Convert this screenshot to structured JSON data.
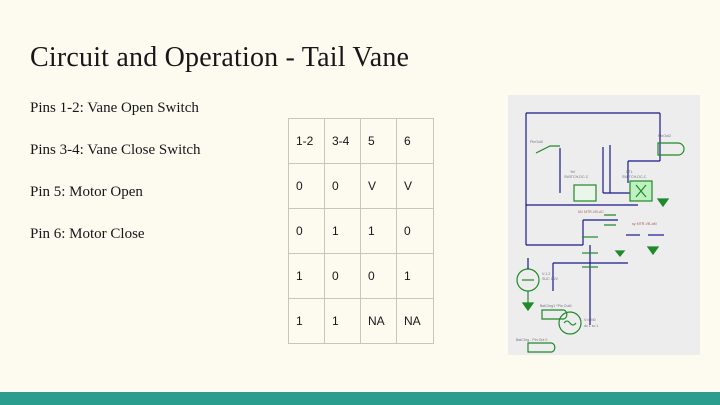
{
  "slide": {
    "background_color": "#FDFBEF",
    "accent_bar_color": "#2A9D8F",
    "title": "Circuit and Operation - Tail Vane"
  },
  "bullets": [
    {
      "text": "Pins 1-2: Vane Open Switch"
    },
    {
      "text": "Pins 3-4: Vane Close Switch"
    },
    {
      "text": "Pin 5: Motor Open"
    },
    {
      "text": "Pin 6: Motor Close"
    }
  ],
  "truth_table": {
    "headers": [
      "1-2",
      "3-4",
      "5",
      "6"
    ],
    "rows": [
      [
        "0",
        "0",
        "V",
        "V"
      ],
      [
        "0",
        "1",
        "1",
        "0"
      ],
      [
        "1",
        "0",
        "0",
        "1"
      ],
      [
        "1",
        "1",
        "NA",
        "NA"
      ]
    ],
    "border_color": "#c9c6bd"
  },
  "circuit_panel": {
    "background_color": "#EDEDED",
    "wire_color": "#1a1a8c",
    "component_color": "#1f8a2b",
    "label_color": "#8b2b2b",
    "labels": [
      "PinOut0",
      "PinOut2",
      "Yel SWITCH-DC-C",
      "CTL SWITCH-DC-C",
      "M1 MTR-VB-AC",
      "sy MTR-VB-aM",
      "V-1.2 SUC 1.2V",
      "BatChrg1 *Pin Out0",
      "V=CN0 dc 1 sc 1",
      "BatChrg - Pin Out 0"
    ]
  }
}
